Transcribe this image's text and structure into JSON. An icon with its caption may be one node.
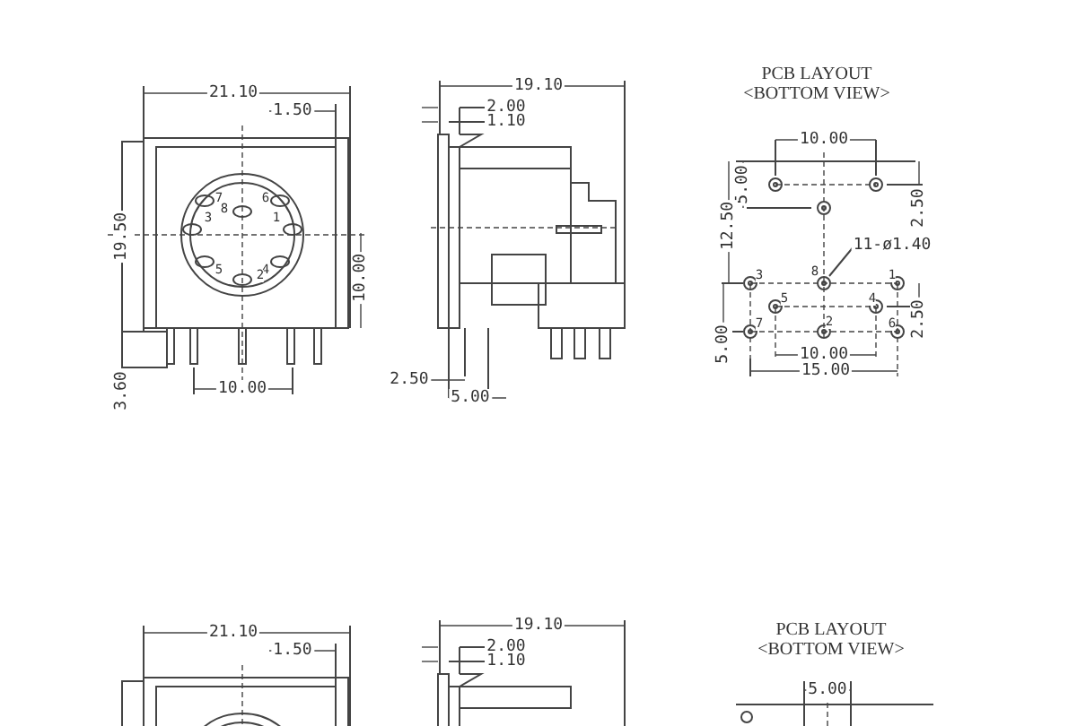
{
  "diagram": {
    "labels": [
      "21.10",
      "1.50",
      "19.50",
      "10.00",
      "7",
      "6",
      "3",
      "8",
      "1",
      "5",
      "4",
      "2",
      "3.60",
      "10.00",
      "19.10",
      "2.00",
      "1.10",
      "2.50",
      "5.00",
      "PCB LAYOUT",
      "<BOTTOM VIEW>",
      "10.00",
      "5.00",
      "12.50",
      "2.50",
      "11-ø1.40",
      "3",
      "8",
      "1",
      "5",
      "4",
      "7",
      "2",
      "6",
      "5.00",
      "2.50",
      "10.00",
      "15.00",
      "21.10",
      "1.50",
      "19.10",
      "2.00",
      "1.10",
      "PCB LAYOUT",
      "<BOTTOM VIEW>",
      "5.00"
    ]
  }
}
